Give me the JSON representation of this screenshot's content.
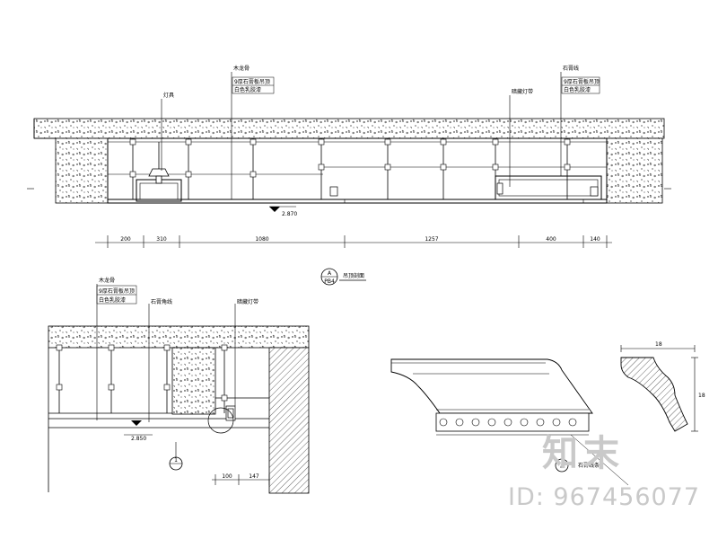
{
  "drawing": {
    "dimensions_top": [
      "200",
      "310",
      "1080",
      "1257",
      "400",
      "140"
    ],
    "dimensions_detail": [
      "100",
      "147"
    ],
    "elevation_marks": [
      "2.870",
      "2.850"
    ],
    "section_symbol": {
      "top": "A",
      "bottom": "PB4"
    },
    "section_title": "吊顶剖面",
    "detail_symbol": "1",
    "molding_symbol": "a",
    "molding_label": "石膏线条",
    "molding_dims": [
      "18",
      "18"
    ],
    "callouts": {
      "top_left": "灯具",
      "top_mid": [
        "木龙骨",
        "9厚石膏板吊顶",
        "白色乳胶漆"
      ],
      "top_right_a": "暗藏灯带",
      "top_right_b": [
        "石膏线",
        "9厚石膏板吊顶",
        "白色乳胶漆"
      ],
      "lower_a": [
        "木龙骨",
        "9厚石膏板吊顶",
        "白色乳胶漆"
      ],
      "lower_b": "石膏角线",
      "lower_c": "暗藏灯带"
    }
  },
  "watermark": {
    "brand": "知末",
    "id": "ID: 967456077"
  }
}
